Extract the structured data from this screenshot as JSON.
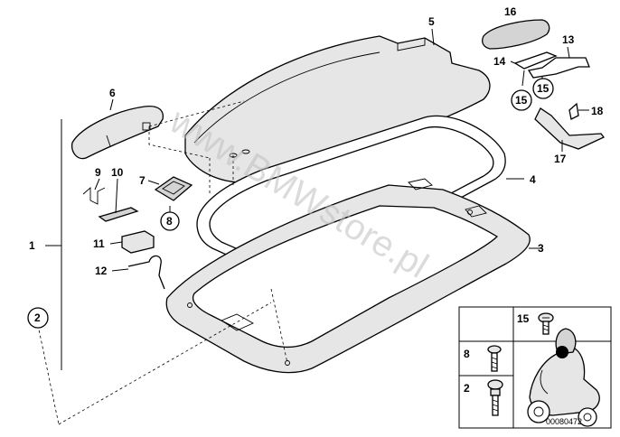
{
  "watermark": "www.BMWstore.pl",
  "diagram_code": "00080472",
  "callouts": {
    "c1": "1",
    "c2": "2",
    "c3": "3",
    "c4": "4",
    "c5": "5",
    "c6": "6",
    "c7": "7",
    "c8": "8",
    "c9": "9",
    "c10": "10",
    "c11": "11",
    "c12": "12",
    "c13": "13",
    "c14": "14",
    "c15a": "15",
    "c15b": "15",
    "c16": "16",
    "c17": "17",
    "c18": "18"
  },
  "legend": {
    "screw_15": "15",
    "screw_8": "8",
    "screw_2": "2"
  }
}
